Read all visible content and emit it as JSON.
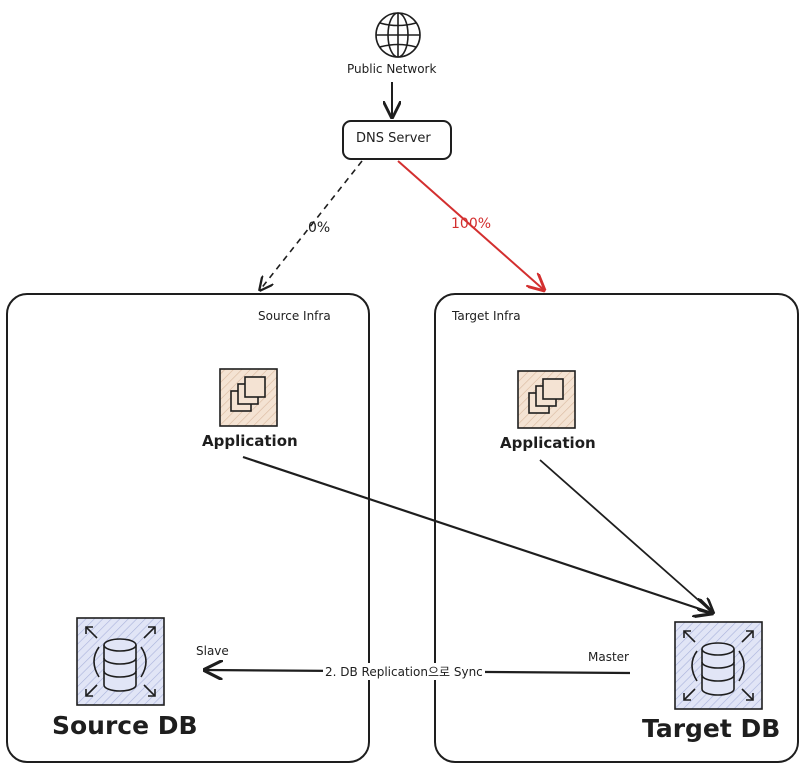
{
  "public_network": {
    "label": "Public Network",
    "icon": "globe-icon"
  },
  "dns": {
    "label": "DNS Server"
  },
  "routes": {
    "source_pct": "0%",
    "target_pct": "100%",
    "target_color": "#d32f2f"
  },
  "source_infra": {
    "title": "Source Infra",
    "app_label": "Application",
    "db_label": "Source DB",
    "slave_label": "Slave"
  },
  "target_infra": {
    "title": "Target Infra",
    "app_label": "Application",
    "db_label": "Target DB",
    "master_label": "Master"
  },
  "replication": {
    "label": "2. DB Replication으로 Sync"
  },
  "colors": {
    "app_fill": "#f4e3d3",
    "db_fill": "#dfe3f4",
    "stroke": "#1e1e1e"
  }
}
